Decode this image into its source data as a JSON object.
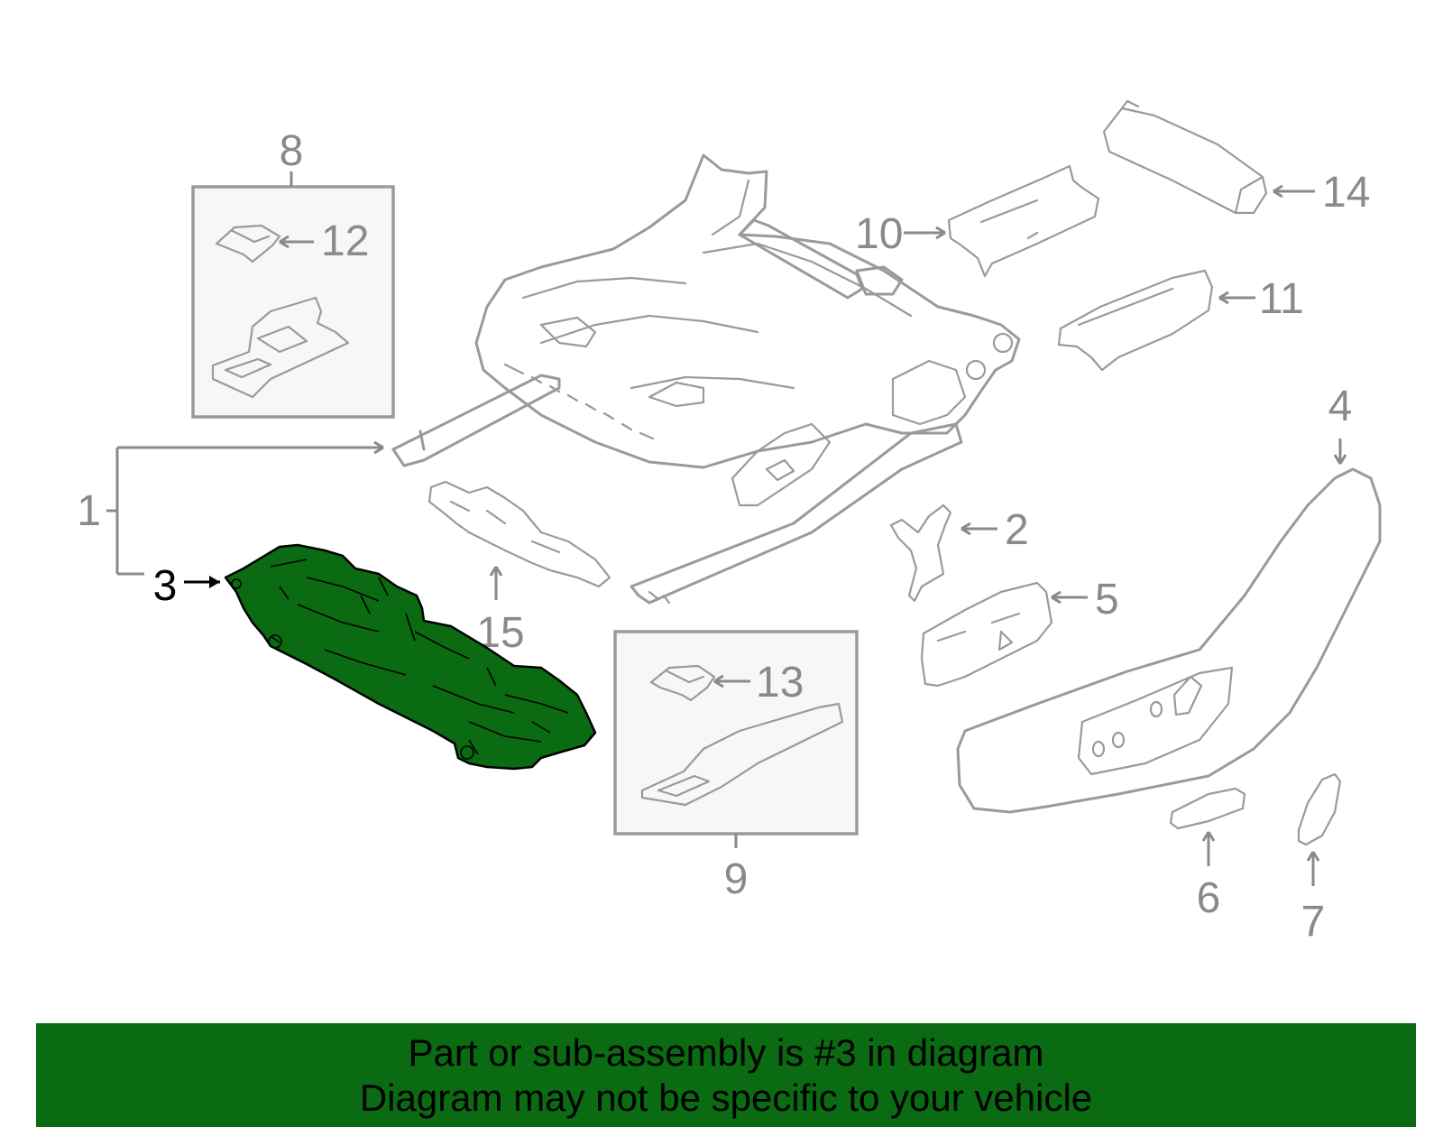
{
  "callouts": {
    "c1": "1",
    "c2": "2",
    "c3": "3",
    "c4": "4",
    "c5": "5",
    "c6": "6",
    "c7": "7",
    "c8": "8",
    "c9": "9",
    "c10": "10",
    "c11": "11",
    "c12": "12",
    "c13": "13",
    "c14": "14",
    "c15": "15"
  },
  "highlight": {
    "part_number": "3",
    "color": "#0a6b12"
  },
  "colors": {
    "line": "#9a9a9a",
    "highlight": "#0a6b12",
    "banner": "#0a6b12"
  },
  "banner": {
    "line1": "Part or sub-assembly is #3 in diagram",
    "line2": "Diagram may not be specific to your vehicle"
  }
}
